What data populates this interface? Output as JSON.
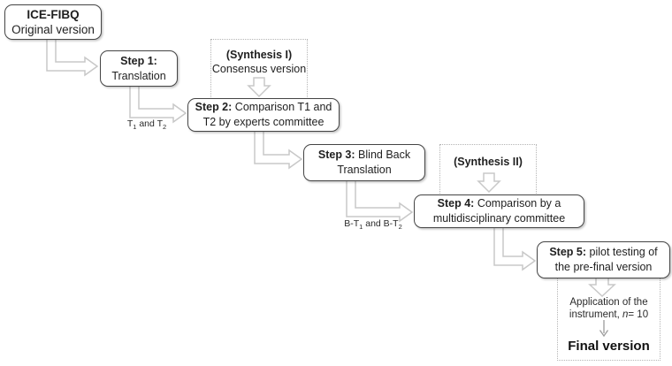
{
  "flow": {
    "source_box": {
      "title": "ICE-FIBQ",
      "text": "Original version"
    },
    "step1": {
      "title": "Step 1:",
      "text": "Translation"
    },
    "step2": {
      "title": "Step 2:",
      "text": "Comparison T1 and T2 by experts committee"
    },
    "step3": {
      "title": "Step 3:",
      "text": "Blind Back Translation"
    },
    "step4": {
      "title": "Step 4:",
      "text": "Comparison by a multidisciplinary committee"
    },
    "step5": {
      "title": "Step 5:",
      "text": "pilot testing of the pre-final version"
    },
    "synthesis1": {
      "title": "(Synthesis I)",
      "subtitle": "Consensus version"
    },
    "synthesis2": {
      "title": "(Synthesis II)"
    },
    "final_stage": {
      "note_line1": "Application of the",
      "note_pre": "instrument, ",
      "note_n": "n",
      "note_post": "= 10",
      "result": "Final version"
    },
    "arrow_labels": {
      "t": {
        "p1": "T",
        "s1": "1",
        "p2": " and T",
        "s2": "2"
      },
      "bt": {
        "p1": "B-T",
        "s1": "1",
        "p2": " and B-T",
        "s2": "2"
      }
    }
  },
  "colors": {
    "box_border": "#454545",
    "arrow_outline": "#c8c8c8",
    "dashed_border": "#b5b5b5",
    "text": "#1f1f1f",
    "background": "#ffffff"
  }
}
